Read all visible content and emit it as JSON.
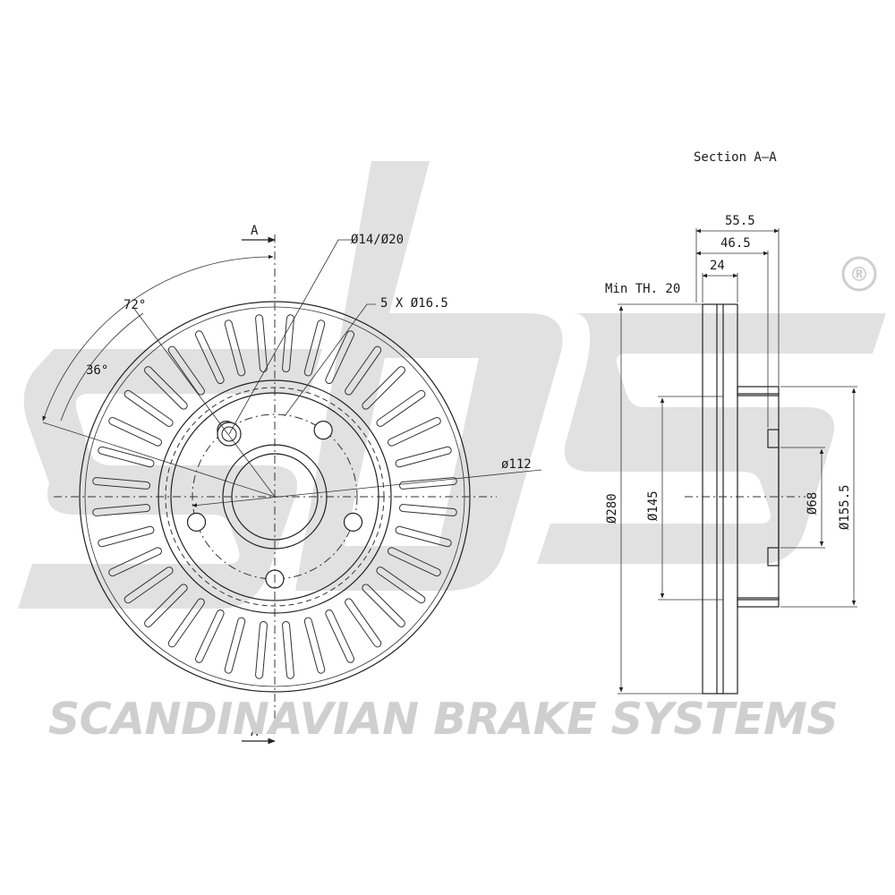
{
  "brand": {
    "tagline": "SCANDINAVIAN BRAKE SYSTEMS",
    "registered_mark": "®",
    "logo_color": "#d9d9d9"
  },
  "section_label": "Section A–A",
  "section_marks": {
    "top": "A",
    "bottom": "A"
  },
  "front_view": {
    "vent_count": 36,
    "bolt_holes": 5,
    "angle_72": "72°",
    "angle_36": "36°",
    "hole_callout": "Ø14/Ø20",
    "bolt_callout": "5 X Ø16.5",
    "pcd_label": "ø112"
  },
  "section_view": {
    "min_thickness": "Min TH. 20",
    "width_total": "55.5",
    "width_mid": "46.5",
    "width_disc": "24",
    "dia_outer": "Ø280",
    "dia_hat": "Ø145",
    "dia_centre": "Ø68",
    "dia_bell": "Ø155.5"
  }
}
